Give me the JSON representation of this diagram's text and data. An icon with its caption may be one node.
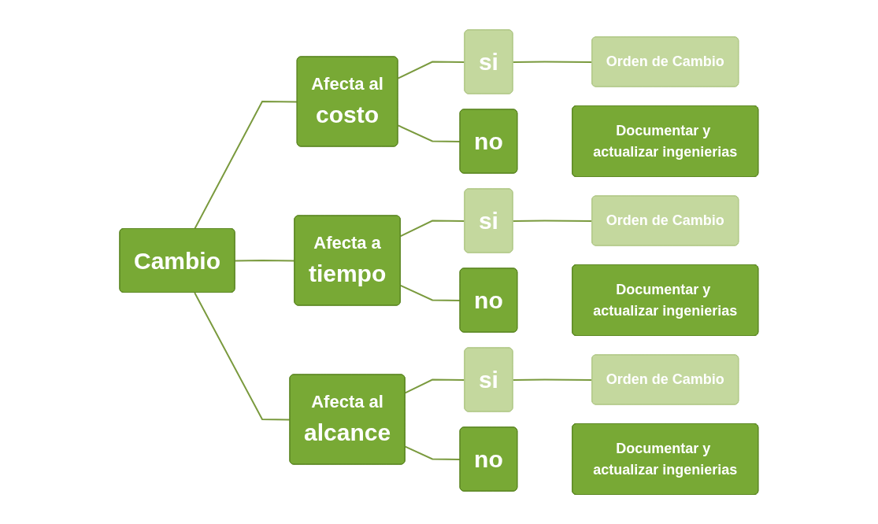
{
  "diagram": {
    "nodes": [
      {
        "text": [
          "Cambio"
        ]
      },
      {
        "text": [
          "Afecta al",
          "costo"
        ]
      },
      {
        "text": [
          "si"
        ]
      },
      {
        "text": [
          "Orden de Cambio"
        ]
      },
      {
        "text": [
          "no"
        ]
      },
      {
        "text": [
          "Documentar y actualizar ingenierias"
        ]
      },
      {
        "text": [
          "Afecta a",
          "tiempo"
        ]
      },
      {
        "text": [
          "si"
        ]
      },
      {
        "text": [
          "Orden de Cambio"
        ]
      },
      {
        "text": [
          "no"
        ]
      },
      {
        "text": [
          "Documentar y actualizar ingenierias"
        ]
      },
      {
        "text": [
          "Afecta al",
          "alcance"
        ]
      },
      {
        "text": [
          "si"
        ]
      },
      {
        "text": [
          "Orden de Cambio"
        ]
      },
      {
        "text": [
          "no"
        ]
      },
      {
        "text": [
          "Documentar y actualizar ingenierias"
        ]
      }
    ],
    "edges": [
      {
        "from": 0,
        "to": 1,
        "arrow": "none"
      },
      {
        "from": 0,
        "to": 6,
        "arrow": "none"
      },
      {
        "from": 0,
        "to": 11,
        "arrow": "none"
      },
      {
        "from": 1,
        "to": 2,
        "arrow": "none"
      },
      {
        "from": 1,
        "to": 4,
        "arrow": "none"
      },
      {
        "from": 2,
        "to": 3,
        "arrow": "none"
      },
      {
        "from": 6,
        "to": 7,
        "arrow": "none"
      },
      {
        "from": 6,
        "to": 9,
        "arrow": "none"
      },
      {
        "from": 7,
        "to": 8,
        "arrow": "none"
      },
      {
        "from": 11,
        "to": 12,
        "arrow": "none"
      },
      {
        "from": 11,
        "to": 14,
        "arrow": "none"
      },
      {
        "from": 12,
        "to": 13,
        "arrow": "none"
      }
    ]
  }
}
